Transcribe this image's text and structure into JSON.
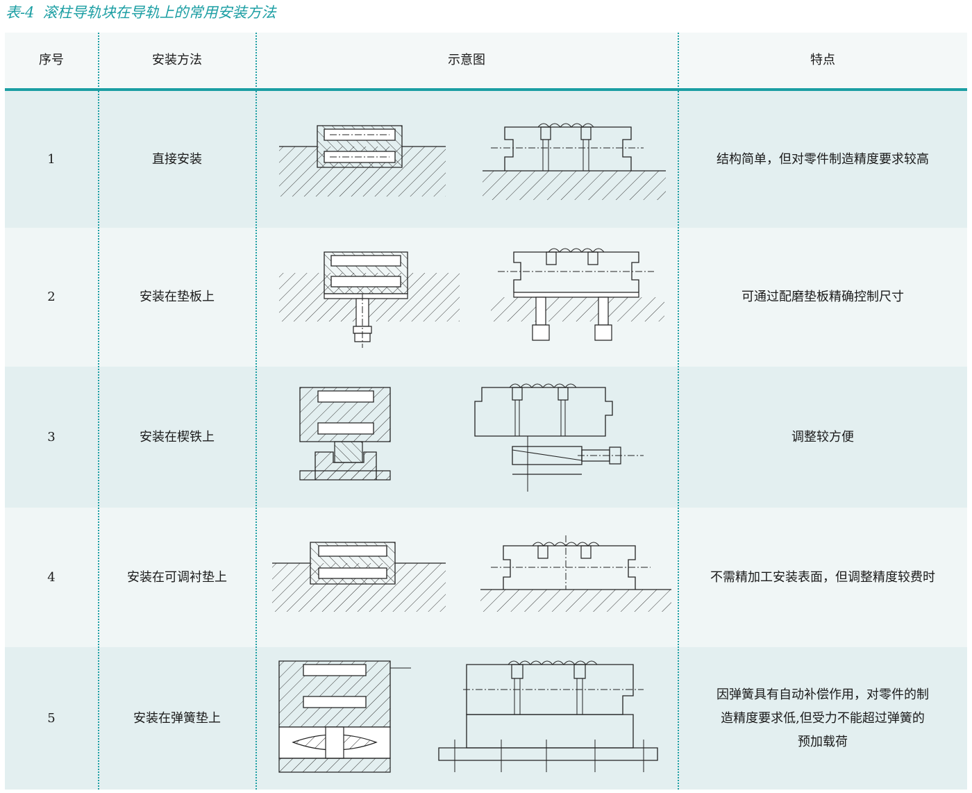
{
  "caption": {
    "number": "表-4",
    "title": "滚柱导轨块在导轨上的常用安装方法"
  },
  "header": {
    "col1": "序号",
    "col2": "安装方法",
    "col3": "示意图",
    "col4": "特点"
  },
  "rows": [
    {
      "no": "1",
      "method": "直接安装",
      "feature": "结构简单，但对零件制造精度要求较高"
    },
    {
      "no": "2",
      "method": "安装在垫板上",
      "feature": "可通过配磨垫板精确控制尺寸"
    },
    {
      "no": "3",
      "method": "安装在楔铁上",
      "feature": "调整较方便"
    },
    {
      "no": "4",
      "method": "安装在可调衬垫上",
      "feature": "不需精加工安装表面，但调整精度较费时"
    },
    {
      "no": "5",
      "method": "安装在弹簧垫上",
      "feature_lines": [
        "因弹簧具有自动补偿作用，对零件的制",
        "造精度要求低,但受力不能超过弹簧的",
        "预加载荷"
      ]
    }
  ],
  "colors": {
    "accent": "#1b9ea3",
    "row_shade_a": "#e3eff0",
    "row_shade_b": "#f0f6f6",
    "header_bg": "#f4f8f8"
  }
}
